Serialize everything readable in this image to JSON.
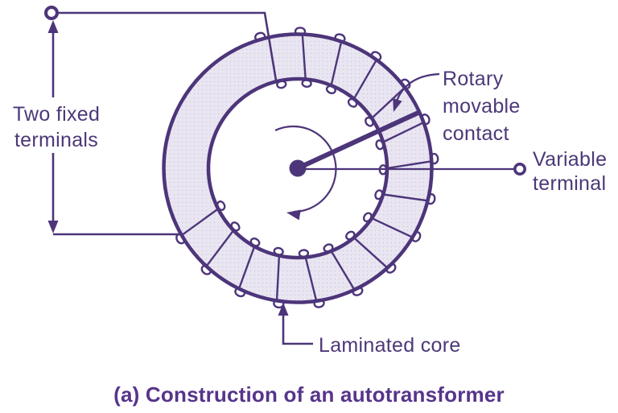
{
  "figure": {
    "caption": "(a) Construction of an autotransformer",
    "labels": {
      "two_fixed_terminals": {
        "line1": "Two fixed",
        "line2": "terminals"
      },
      "rotary_movable_contact": {
        "line1": "Rotary",
        "line2": "movable",
        "line3": "contact"
      },
      "variable_terminal": {
        "line1": "Variable",
        "line2": "terminal"
      },
      "laminated_core": "Laminated core"
    },
    "colors": {
      "line": "#4d357a",
      "label_text": "#4c3878",
      "caption_text": "#56348b",
      "core_fill": "#e9e6f2",
      "core_dot": "#cdc6e0",
      "background": "#ffffff"
    },
    "winding": {
      "visible_turn_segments": 15,
      "start_angle_deg": 256,
      "step_deg": 17
    }
  }
}
